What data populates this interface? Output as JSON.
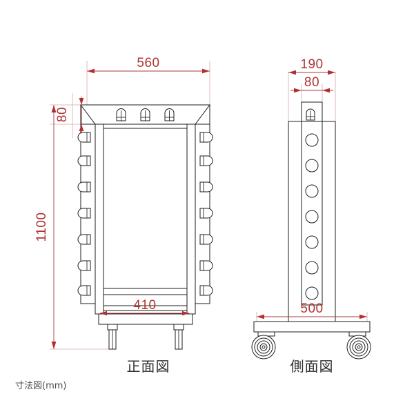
{
  "drawing": {
    "caption": "寸法図(mm)",
    "units": "mm",
    "background_color": "#ffffff",
    "line_color": "#1c1c1c",
    "dimension_color": "#b03434",
    "extension_color": "#d8a9a9",
    "label_color": "#2f2f2f"
  },
  "front_view": {
    "label": "正面図",
    "dimensions": {
      "overall_width": "560",
      "top_flange_height": "80",
      "overall_height": "1100",
      "base_width": "410"
    },
    "features": {
      "top_hook_count": 3,
      "left_slot_count": 7,
      "right_slot_count": 7,
      "caster_count": 2
    }
  },
  "side_view": {
    "label": "側面図",
    "dimensions": {
      "overall_depth": "190",
      "column_width": "80",
      "base_depth": "500"
    },
    "features": {
      "hole_count": 7,
      "caster_count": 2,
      "top_hook_count": 1
    }
  },
  "dimension_labels": [
    {
      "id": "front-width",
      "value": "560",
      "orientation": "horizontal"
    },
    {
      "id": "front-flange",
      "value": "80",
      "orientation": "vertical"
    },
    {
      "id": "front-height",
      "value": "1100",
      "orientation": "vertical"
    },
    {
      "id": "front-base",
      "value": "410",
      "orientation": "horizontal"
    },
    {
      "id": "side-depth",
      "value": "190",
      "orientation": "horizontal"
    },
    {
      "id": "side-column",
      "value": "80",
      "orientation": "horizontal"
    },
    {
      "id": "side-base",
      "value": "500",
      "orientation": "horizontal"
    }
  ],
  "chart_data": {
    "type": "table",
    "title": "寸法図(mm)",
    "categories": [
      "560",
      "80",
      "1100",
      "410",
      "190",
      "80",
      "500"
    ],
    "values": [
      560,
      80,
      1100,
      410,
      190,
      80,
      500
    ]
  }
}
